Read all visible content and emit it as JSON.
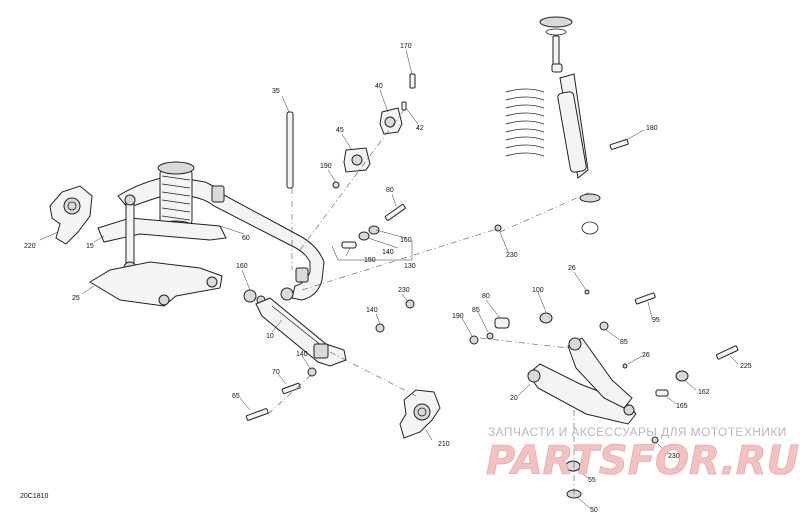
{
  "diagram": {
    "code": "20C1810",
    "callouts": {
      "c170": "170",
      "c40": "40",
      "c42": "42",
      "c35": "35",
      "c45": "45",
      "c190a": "190",
      "c80a": "80",
      "c160a": "160",
      "c140a": "140",
      "c150": "150",
      "c130": "130",
      "c60": "60",
      "c220": "220",
      "c15": "15",
      "c25": "25",
      "c160b": "160",
      "c230a": "230",
      "c10": "10",
      "c140b": "140",
      "c140c": "140",
      "c70": "70",
      "c65": "65",
      "c210": "210",
      "c180": "180",
      "c230b": "230",
      "c26a": "26",
      "c80b": "80",
      "c100": "100",
      "c190b": "190",
      "c85a": "85",
      "c95": "95",
      "c85b": "85",
      "c26b": "26",
      "c225": "225",
      "c20": "20",
      "c162": "162",
      "c165": "165",
      "c230c": "230",
      "c55": "55",
      "c50": "50"
    }
  },
  "watermark": {
    "top_text": "ЗАПЧАСТИ И АКСЕССУАРЫ ДЛЯ МОТОТЕХНИКИ",
    "logo_text": "PARTSFOR.RU"
  }
}
